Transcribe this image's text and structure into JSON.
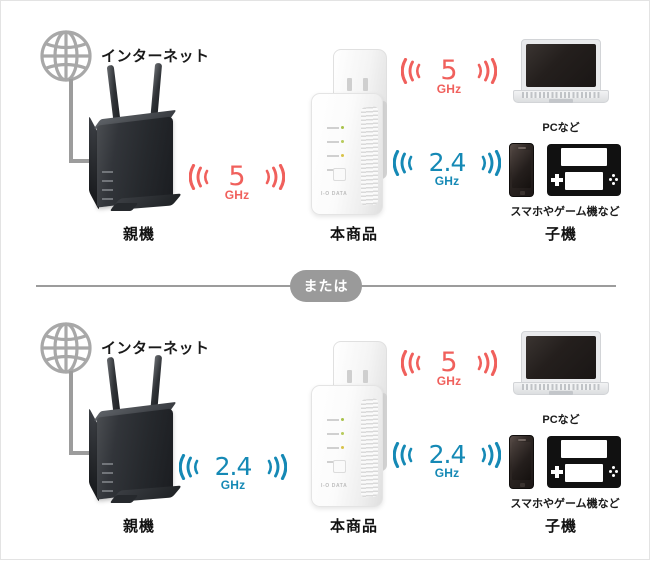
{
  "colors": {
    "red": "#F0605C",
    "blue": "#1589B5",
    "gray": "#9C9C9C",
    "pill_bg": "#9A9A9A",
    "text": "#1A1A1A",
    "background": "#FFFFFF"
  },
  "divider": {
    "label": "または"
  },
  "scenarios": [
    {
      "id": "scenario-top",
      "internet_label": "インターネット",
      "globe_icon": "globe-icon",
      "router": {
        "icon": "wifi-router-icon",
        "caption": "親機"
      },
      "extender": {
        "icon": "wifi-extender-icon",
        "brand": "I-O DATA",
        "caption": "本商品"
      },
      "clients": {
        "caption": "子機",
        "laptop": {
          "icon": "laptop-icon",
          "caption": "PCなど"
        },
        "mobile": {
          "phone_icon": "smartphone-icon",
          "console_icon": "game-console-icon",
          "caption": "スマホやゲーム機など"
        }
      },
      "links": [
        {
          "id": "link-router-to-extender",
          "band": "5",
          "unit": "GHz",
          "color": "#F0605C",
          "icon": "wifi-signal-icon"
        },
        {
          "id": "link-extender-to-pc",
          "band": "5",
          "unit": "GHz",
          "color": "#F0605C",
          "icon": "wifi-signal-icon"
        },
        {
          "id": "link-extender-to-mobile",
          "band": "2.4",
          "unit": "GHz",
          "color": "#1589B5",
          "icon": "wifi-signal-icon"
        }
      ]
    },
    {
      "id": "scenario-bottom",
      "internet_label": "インターネット",
      "globe_icon": "globe-icon",
      "router": {
        "icon": "wifi-router-icon",
        "caption": "親機"
      },
      "extender": {
        "icon": "wifi-extender-icon",
        "brand": "I-O DATA",
        "caption": "本商品"
      },
      "clients": {
        "caption": "子機",
        "laptop": {
          "icon": "laptop-icon",
          "caption": "PCなど"
        },
        "mobile": {
          "phone_icon": "smartphone-icon",
          "console_icon": "game-console-icon",
          "caption": "スマホやゲーム機など"
        }
      },
      "links": [
        {
          "id": "link-router-to-extender",
          "band": "2.4",
          "unit": "GHz",
          "color": "#1589B5",
          "icon": "wifi-signal-icon"
        },
        {
          "id": "link-extender-to-pc",
          "band": "5",
          "unit": "GHz",
          "color": "#F0605C",
          "icon": "wifi-signal-icon"
        },
        {
          "id": "link-extender-to-mobile",
          "band": "2.4",
          "unit": "GHz",
          "color": "#1589B5",
          "icon": "wifi-signal-icon"
        }
      ]
    }
  ]
}
